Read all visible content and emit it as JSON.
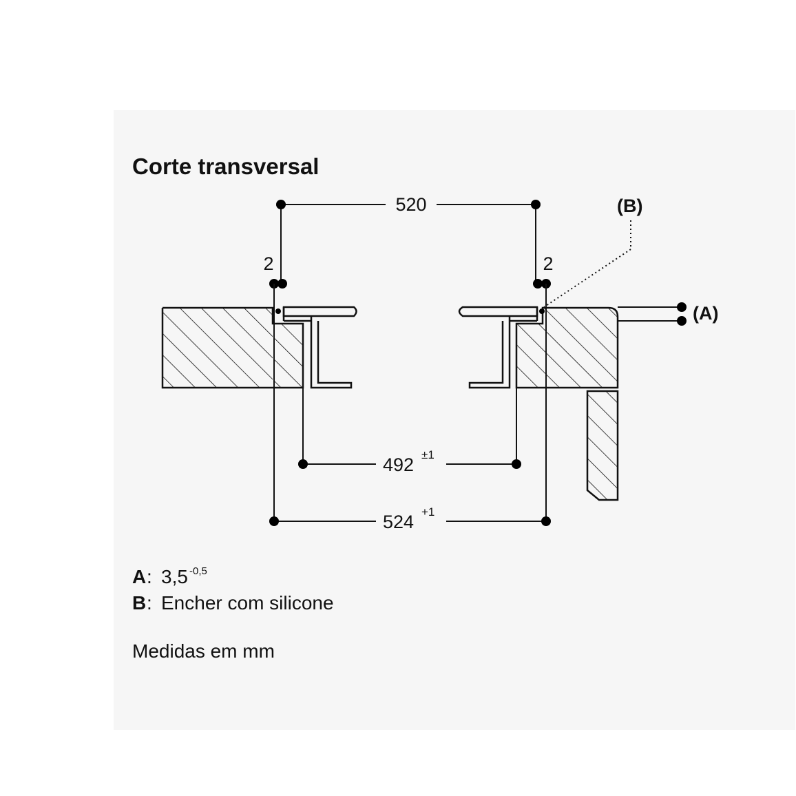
{
  "title": "Corte transversal",
  "dimensions": {
    "top_width": "520",
    "gap_left": "2",
    "gap_right": "2",
    "inner_width": "492",
    "inner_tolerance": "±1",
    "outer_width": "524",
    "outer_tolerance": "+1"
  },
  "callouts": {
    "a": "(A)",
    "b": "(B)"
  },
  "legend": {
    "a_key": "A",
    "a_sep": ":",
    "a_value": "3,5",
    "a_tolerance": "-0,5",
    "b_key": "B",
    "b_sep": ":",
    "b_value": "Encher com silicone"
  },
  "units_note": "Medidas em mm",
  "colors": {
    "background": "#f6f6f6",
    "ink": "#111111"
  }
}
